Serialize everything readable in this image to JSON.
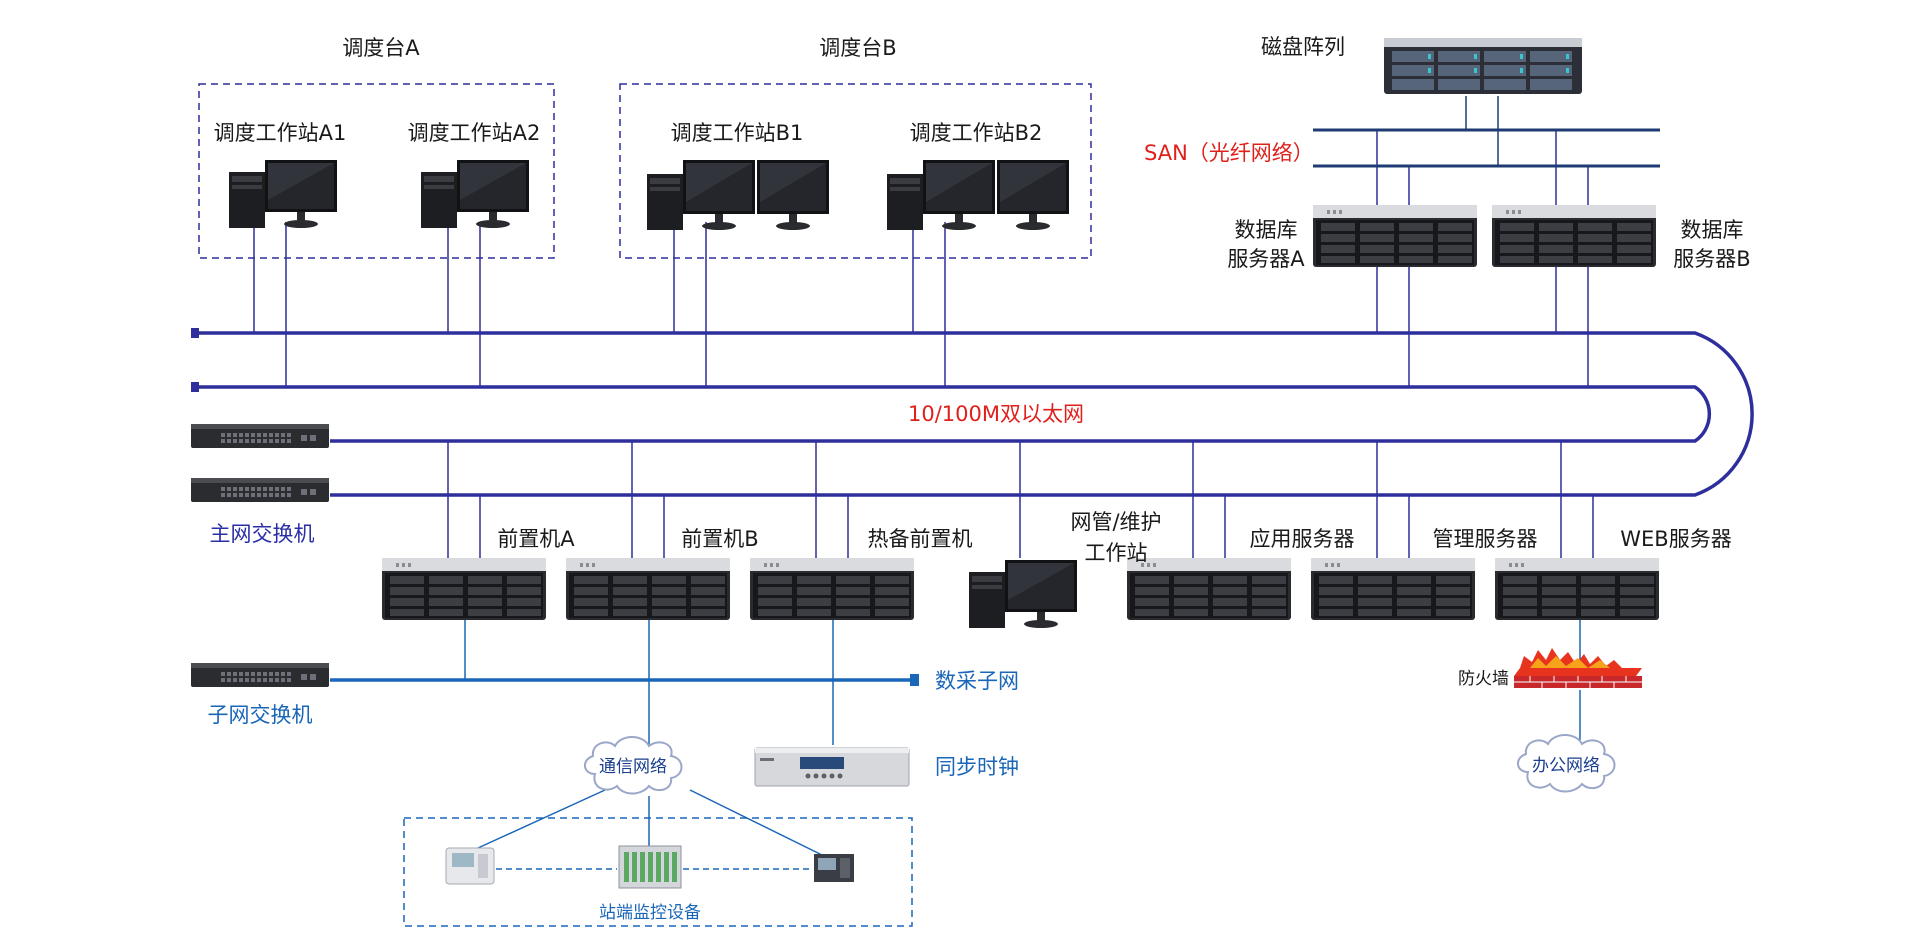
{
  "labels": {
    "console_a": "调度台A",
    "console_b": "调度台B",
    "ws_a1": "调度工作站A1",
    "ws_a2": "调度工作站A2",
    "ws_b1": "调度工作站B1",
    "ws_b2": "调度工作站B2",
    "disk_array": "磁盘阵列",
    "san": "SAN（光纤网络）",
    "db_a_line1": "数据库",
    "db_a_line2": "服务器A",
    "db_b_line1": "数据库",
    "db_b_line2": "服务器B",
    "ethernet": "10/100M双以太网",
    "main_switch": "主网交换机",
    "fe_a": "前置机A",
    "fe_b": "前置机B",
    "fe_hot": "热备前置机",
    "nms_line1": "网管/维护",
    "nms_line2": "工作站",
    "app_server": "应用服务器",
    "mgmt_server": "管理服务器",
    "web_server": "WEB服务器",
    "sub_switch": "子网交换机",
    "data_subnet": "数采子网",
    "firewall": "防火墙",
    "comm_net": "通信网络",
    "sync_clock": "同步时钟",
    "office_net": "办公网络",
    "station_devices": "站端监控设备"
  },
  "colors": {
    "bus": "#2e2f9c",
    "subnet": "#1a66b8",
    "san_line": "#1f3b73",
    "red_label": "#e0201b"
  },
  "icons": {
    "workstation": "computer-with-monitor-icon",
    "server": "rack-server-icon",
    "switch": "network-switch-icon",
    "cloud": "cloud-icon",
    "firewall": "firewall-icon",
    "clock": "sync-clock-device-icon",
    "disk": "disk-array-icon"
  }
}
